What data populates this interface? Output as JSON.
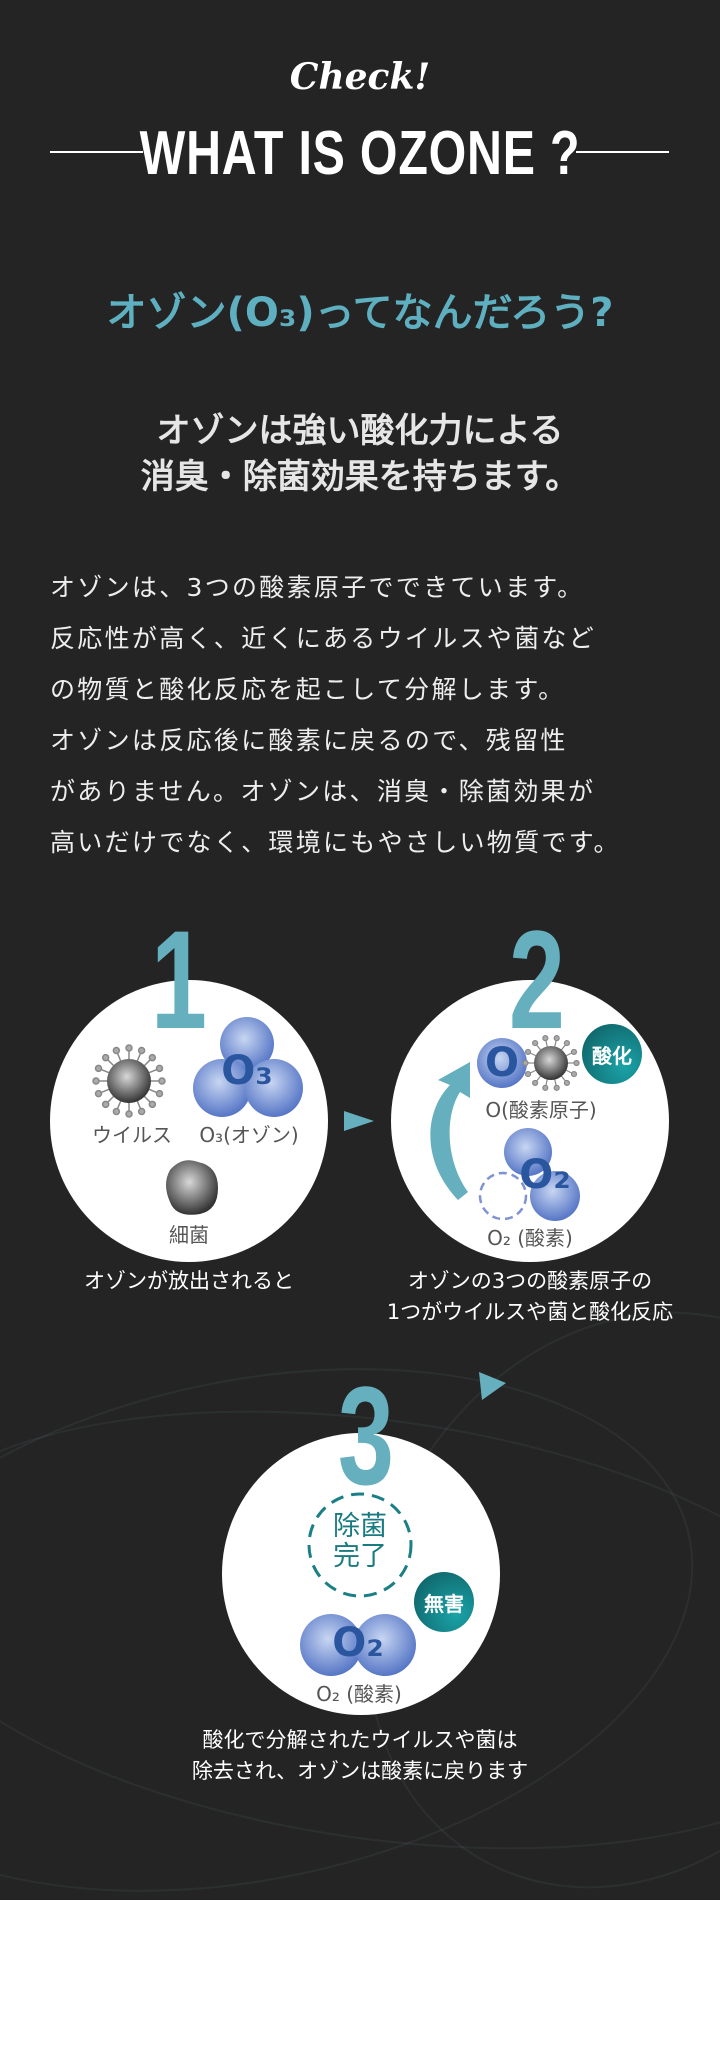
{
  "header": {
    "kicker": "Check!",
    "title": "WHAT IS OZONE ?"
  },
  "question": "オゾン(O₃)ってなんだろう?",
  "lead": [
    "オゾンは強い酸化力による",
    "消臭・除菌効果を持ちます。"
  ],
  "paragraph": [
    "オゾンは、3つの酸素原子でできています。",
    "反応性が高く、近くにあるウイルスや菌など",
    "の物質と酸化反応を起こして分解します。",
    "オゾンは反応後に酸素に戻るので、残留性",
    "がありません。オゾンは、消臭・除菌効果が",
    "高いだけでなく、環境にもやさしい物質です。"
  ],
  "steps": [
    {
      "number": "1",
      "labels": {
        "virus": "ウイルス",
        "ozone": "O₃(オゾン)",
        "bacteria": "細菌",
        "o3_symbol": "O₃"
      },
      "caption": [
        "オゾンが放出されると"
      ]
    },
    {
      "number": "2",
      "labels": {
        "atom": "O(酸素原子)",
        "oxygen": "O₂ (酸素)",
        "o_symbol": "O",
        "o2_symbol": "O₂",
        "badge": "酸化"
      },
      "caption": [
        "オゾンの3つの酸素原子の",
        "1つがウイルスや菌と酸化反応"
      ]
    },
    {
      "number": "3",
      "labels": {
        "done": [
          "除菌",
          "完了"
        ],
        "badge": "無害",
        "o2_symbol": "O₂",
        "oxygen": "O₂ (酸素)"
      },
      "caption": [
        "酸化で分解されたウイルスや菌は",
        "除去され、オゾンは酸素に戻ります"
      ]
    }
  ],
  "colors": {
    "background": "#242424",
    "accent": "#5eb0c1",
    "molecule": "#2a56a0",
    "badge": "#0e5a5e"
  }
}
